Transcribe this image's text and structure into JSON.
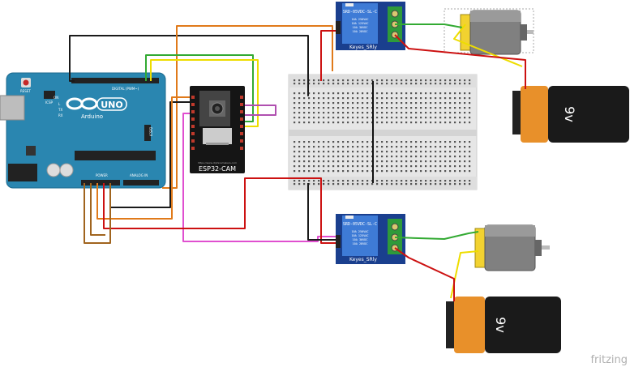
{
  "components": {
    "arduino": {
      "brand": "Arduino",
      "model": "UNO",
      "digital_label": "DIGITAL (PWM~)",
      "analog_label": "ANALOG IN",
      "power_label": "POWER",
      "reset_label": "RESET",
      "icsp_label": "ICSP",
      "icsp2_label": "ICSP2",
      "tx_label": "TX",
      "rx_label": "RX",
      "on_label": "ON",
      "l_label": "L"
    },
    "esp32cam": {
      "name": "ESP32-CAM",
      "url": "https://www.diyfacemakers.com"
    },
    "relay_top": {
      "name": "Keyes_SRly",
      "coil": "SRD-05VDC-SL-C",
      "rating1": "10A 250VAC",
      "rating2": "10A 125VAC",
      "rating3": "10A 30VDC",
      "rating4": "10A 28VDC"
    },
    "relay_bottom": {
      "name": "Keyes_SRly",
      "coil": "SRD-05VDC-SL-C",
      "rating1": "10A 250VAC",
      "rating2": "10A 125VAC",
      "rating3": "10A 30VDC",
      "rating4": "10A 28VDC"
    },
    "battery_top": {
      "label": "9v"
    },
    "battery_bottom": {
      "label": "9v"
    },
    "watermark": "fritzing"
  },
  "colors": {
    "arduino_board": "#2a86b0",
    "relay_board": "#1a3f8e",
    "relay_blue": "#3e7bd6",
    "wire_red": "#cc1111",
    "wire_black": "#1a1a1a",
    "wire_green": "#33aa33",
    "wire_yellow": "#eedd00",
    "wire_orange": "#e07a1a",
    "wire_brown": "#a0641e",
    "wire_purple": "#b04fb0",
    "wire_magenta": "#e050d0",
    "battery_orange": "#e8902a",
    "battery_black": "#1a1a1a"
  }
}
